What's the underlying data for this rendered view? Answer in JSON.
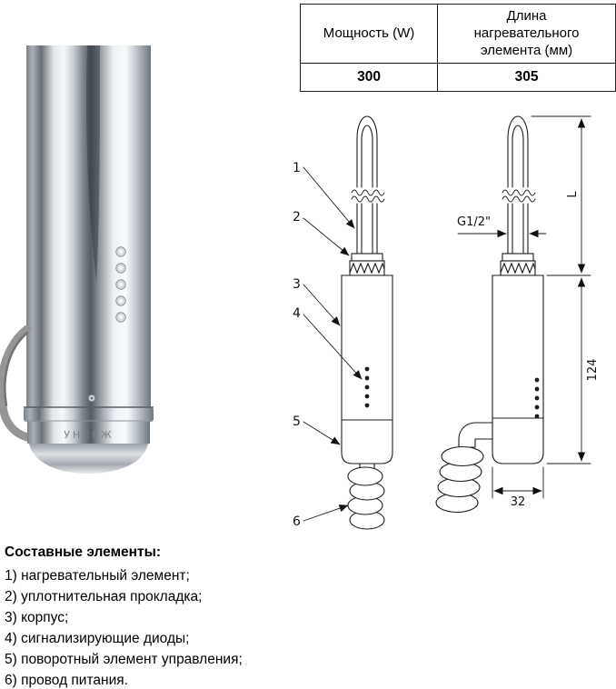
{
  "spec_table": {
    "headers": {
      "power": "Мощность (W)",
      "length": "Длина нагревательного элемента (мм)"
    },
    "values": {
      "power": "300",
      "length": "305"
    }
  },
  "photo": {
    "brand_text": "УНЕРЖ"
  },
  "drawing": {
    "callouts": [
      "1",
      "2",
      "3",
      "4",
      "5",
      "6"
    ],
    "dims": {
      "thread": "G1/2\"",
      "total_length": "L",
      "body_height": "124",
      "body_diameter": "32"
    }
  },
  "legend": {
    "title": "Составные элементы:",
    "items": [
      "1) нагревательный элемент;",
      "2) уплотнительная прокладка;",
      "3) корпус;",
      "4) сигнализирующие диоды;",
      "5) поворотный элемент управления;",
      "6) провод питания."
    ]
  }
}
